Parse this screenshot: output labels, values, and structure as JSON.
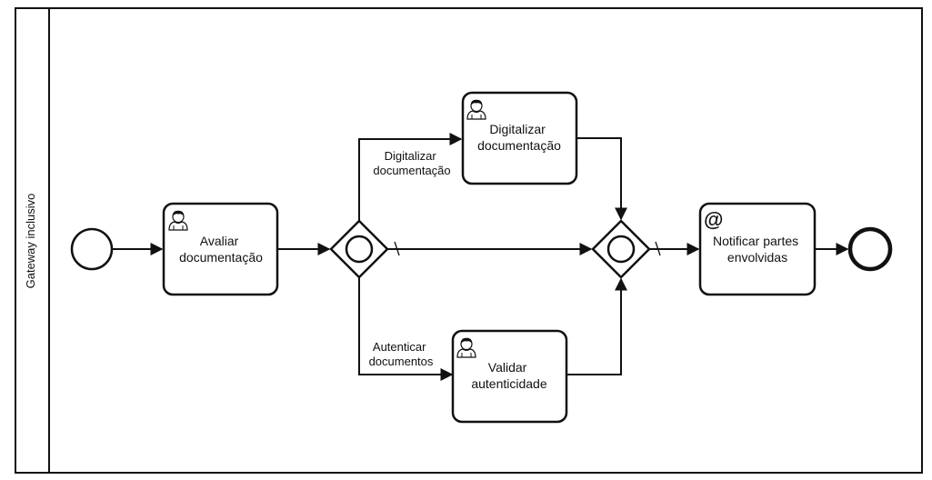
{
  "pool": {
    "lane_label": "Gateway inclusivo"
  },
  "tasks": {
    "avaliar": {
      "line1": "Avaliar",
      "line2": "documentação",
      "icon": "user-icon"
    },
    "digitalizar": {
      "line1": "Digitalizar",
      "line2": "documentação",
      "icon": "user-icon"
    },
    "validar": {
      "line1": "Validar",
      "line2": "autenticidade",
      "icon": "user-icon"
    },
    "notificar": {
      "line1": "Notificar partes",
      "line2": "envolvidas",
      "icon_glyph": "@"
    }
  },
  "flows": {
    "upper_label": {
      "line1": "Digitalizar",
      "line2": "documentação"
    },
    "lower_label": {
      "line1": "Autenticar",
      "line2": "documentos"
    }
  },
  "events": {
    "start": "start-event",
    "end": "end-event"
  },
  "gateways": {
    "split": "inclusive-gateway",
    "join": "inclusive-gateway"
  }
}
